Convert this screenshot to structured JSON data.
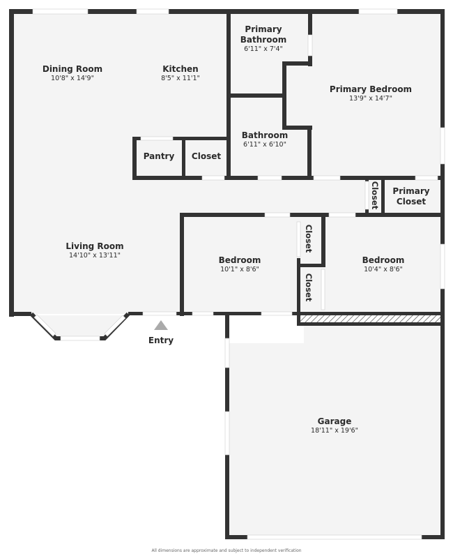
{
  "rooms": [
    {
      "name": "Dining Room",
      "dims": "10'8\" x 14'9\""
    },
    {
      "name": "Kitchen",
      "dims": "8'5\" x 11'1\""
    },
    {
      "name": "Primary Bathroom",
      "dims": "6'11\" x 7'4\""
    },
    {
      "name": "Primary Bedroom",
      "dims": "13'9\" x 14'7\""
    },
    {
      "name": "Bathroom",
      "dims": "6'11\" x 6'10\""
    },
    {
      "name": "Pantry"
    },
    {
      "name": "Closet"
    },
    {
      "name": "Closet"
    },
    {
      "name": "Primary Closet"
    },
    {
      "name": "Living Room",
      "dims": "14'10\" x 13'11\""
    },
    {
      "name": "Bedroom",
      "dims": "10'1\" x 8'6\""
    },
    {
      "name": "Closet"
    },
    {
      "name": "Closet"
    },
    {
      "name": "Bedroom",
      "dims": "10'4\" x 8'6\""
    },
    {
      "name": "Garage",
      "dims": "18'11\" x 19'6\""
    }
  ],
  "entry_label": "Entry",
  "footer": "All dimensions are approximate and subject to independent verification",
  "colors": {
    "wall": "#333333",
    "floor": "#f4f4f4",
    "entry_marker": "#aaaaaa"
  }
}
